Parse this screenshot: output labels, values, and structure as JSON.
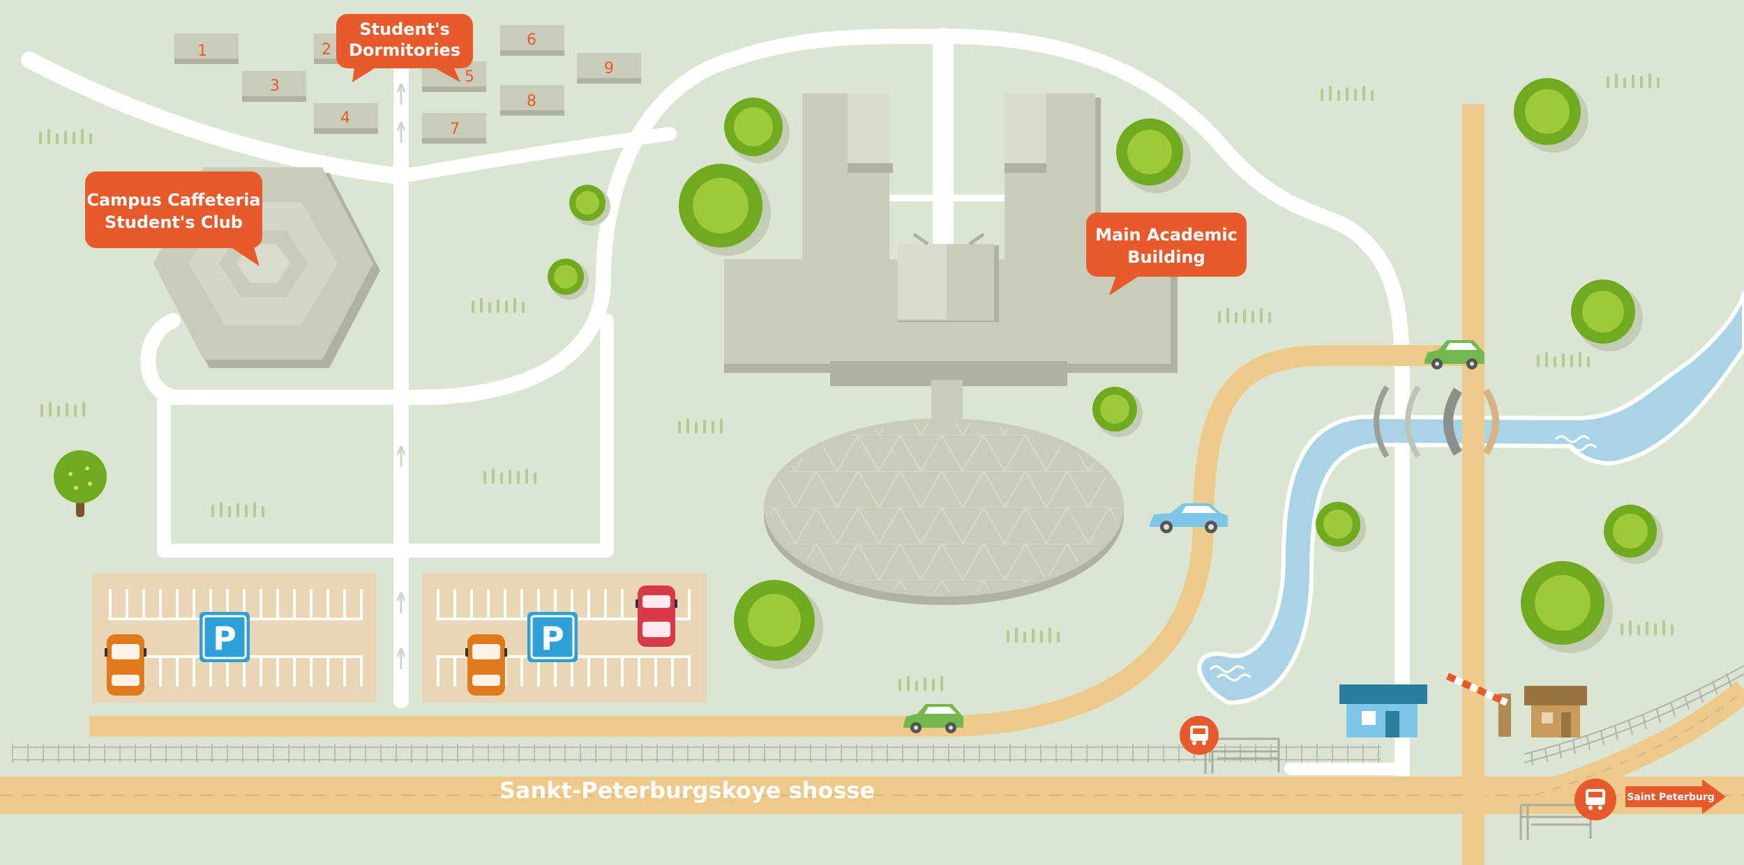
{
  "labels": {
    "dormitories": [
      "Student's",
      "Dormitories"
    ],
    "cafeteria": [
      "Campus Caffeteria",
      "Student's Club"
    ],
    "academic": [
      "Main Academic",
      "Building"
    ]
  },
  "dorm_numbers": [
    "1",
    "2",
    "3",
    "4",
    "5",
    "6",
    "7",
    "8",
    "9"
  ],
  "parking": {
    "symbol": "P"
  },
  "roads": {
    "highway": "Sankt-Peterburgskoye shosse",
    "destination": "Saint Peterburg"
  },
  "icons": [
    "parking-icon",
    "bus-stop-icon",
    "car-icon",
    "tree-icon",
    "river",
    "barrier-gate",
    "railway"
  ],
  "colors": {
    "background": "#dbe6d2",
    "callout": "#e85a2c",
    "road_sand": "#edc98a",
    "path_white": "#ffffff",
    "water": "#a9d4e6",
    "tree_green": "#8fbf2a",
    "building": "#c9ccb9",
    "parking_blue": "#2f9fd8"
  }
}
